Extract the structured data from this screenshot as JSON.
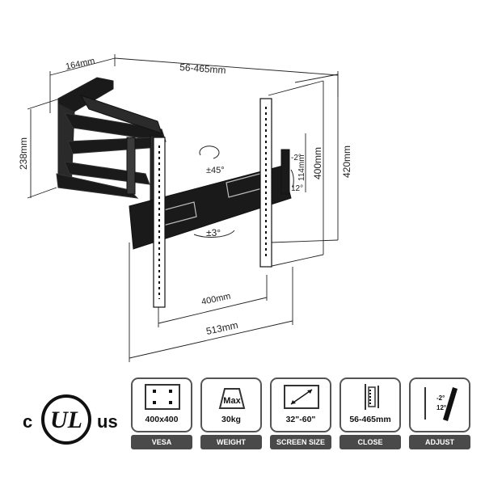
{
  "dimensions": {
    "depth_mm": "164mm",
    "extension": "56-465mm",
    "arm_height": "238mm",
    "vesa_height": "400mm",
    "plate_height": "420mm",
    "tilt_offset": "114mm",
    "vesa_width": "400mm",
    "plate_width": "513mm",
    "swivel": "±45°",
    "rotate": "±3°",
    "tilt_up": "-2°",
    "tilt_down": "12°"
  },
  "certification": {
    "left_letter": "c",
    "mark": "UL",
    "right_letters": "us"
  },
  "badges": [
    {
      "id": "vesa",
      "value": "400x400",
      "label": "VESA",
      "icon": "vesa-holes-icon"
    },
    {
      "id": "weight",
      "value": "30kg",
      "label": "WEIGHT",
      "icon": "weight-icon",
      "icon_text": "Max"
    },
    {
      "id": "screen",
      "value": "32\"-60\"",
      "label": "SCREEN SIZE",
      "icon": "screen-diagonal-icon"
    },
    {
      "id": "close",
      "value": "56-465mm",
      "label": "CLOSE",
      "icon": "wall-distance-icon"
    },
    {
      "id": "adjust",
      "value": "",
      "label": "ADJUST",
      "icon": "tilt-adjust-icon",
      "icon_text_top": "-2°",
      "icon_text_bottom": "12°"
    }
  ],
  "colors": {
    "line": "#222222",
    "badge_label_bg": "#4a4a4a",
    "mount_fill": "#1a1a1a"
  }
}
